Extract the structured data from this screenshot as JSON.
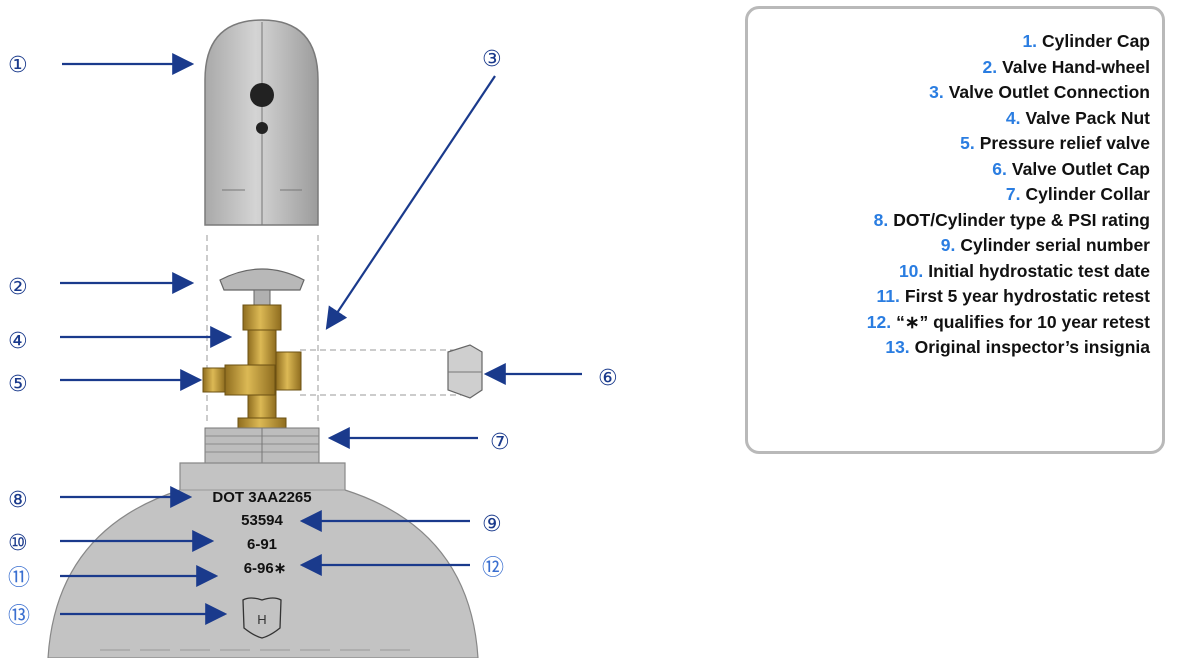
{
  "callouts": {
    "c1": "①",
    "c2": "②",
    "c3": "③",
    "c4": "④",
    "c5": "⑤",
    "c6": "⑥",
    "c7": "⑦",
    "c8": "⑧",
    "c9": "⑨",
    "c10": "⑩",
    "c11": "⑪",
    "c12": "⑫",
    "c13": "⑬"
  },
  "stamps": {
    "dot": "DOT 3AA2265",
    "serial": "53594",
    "initial_test": "6-91",
    "retest": "6-96∗",
    "insignia_letter": "H"
  },
  "legend": {
    "items": [
      {
        "num": "1.",
        "text": "Cylinder Cap"
      },
      {
        "num": "2.",
        "text": "Valve Hand-wheel"
      },
      {
        "num": "3.",
        "text": "Valve Outlet Connection"
      },
      {
        "num": "4.",
        "text": "Valve Pack Nut"
      },
      {
        "num": "5.",
        "text": "Pressure relief valve"
      },
      {
        "num": "6.",
        "text": "Valve Outlet Cap"
      },
      {
        "num": "7.",
        "text": "Cylinder Collar"
      },
      {
        "num": "8.",
        "text": "DOT/Cylinder type & PSI rating"
      },
      {
        "num": "9.",
        "text": "Cylinder serial number"
      },
      {
        "num": "10.",
        "text": "Initial hydrostatic test date"
      },
      {
        "num": "11.",
        "text": "First 5 year hydrostatic retest"
      },
      {
        "num": "12.",
        "text": "“∗” qualifies for 10 year retest"
      },
      {
        "num": "13.",
        "text": "Original inspector’s insignia"
      }
    ]
  },
  "colors": {
    "arrow": "#1a3a8c",
    "legend_number": "#2a7de1",
    "cylinder_gray": "#c6c6c6",
    "brass": "#c9a441"
  }
}
